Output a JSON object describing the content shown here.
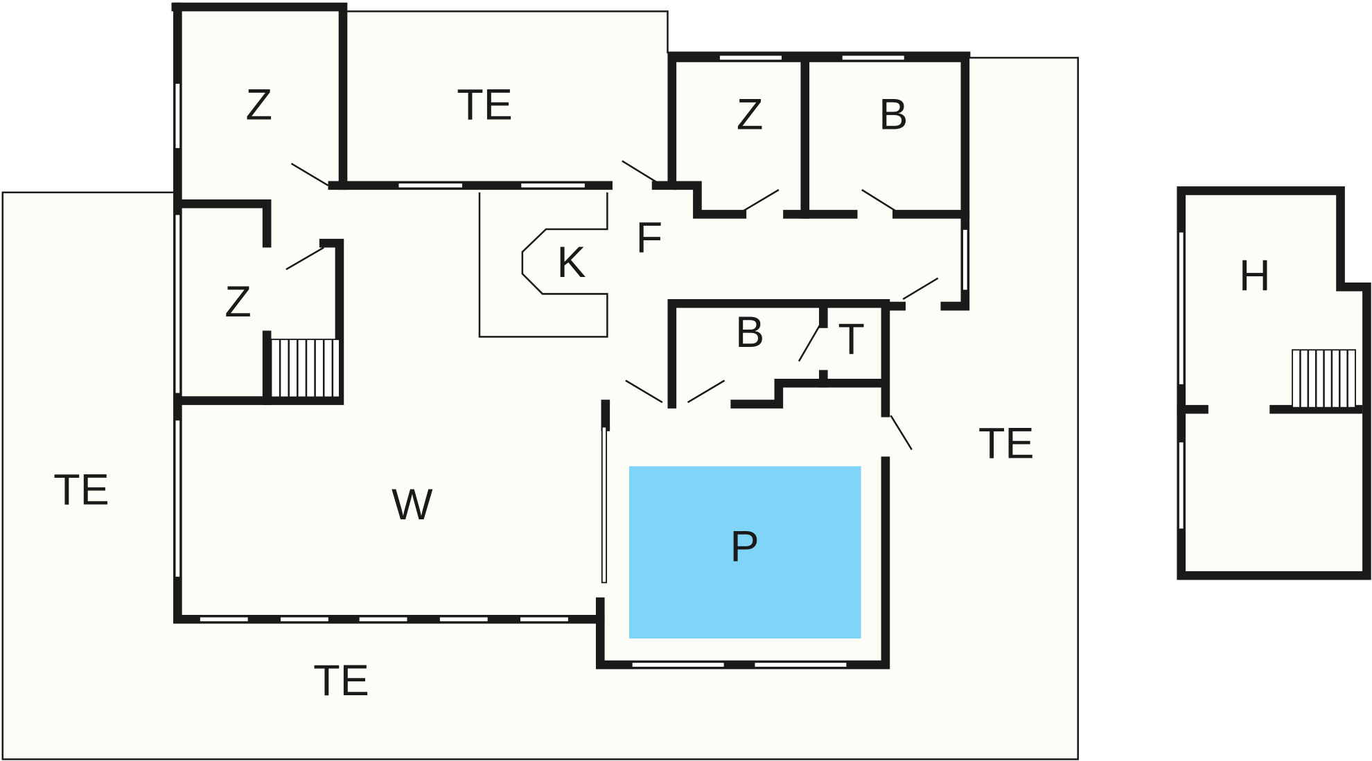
{
  "title": "Floor plan",
  "colors": {
    "floor": "#fdfdf8",
    "wall": "#1a1a1a",
    "pool": "#80d4f7"
  },
  "rooms": {
    "z_top_left": "Z",
    "te_top": "TE",
    "z_top_right": "Z",
    "b_top_right": "B",
    "f_hall": "F",
    "k_kitchen": "K",
    "z_left": "Z",
    "b_middle": "B",
    "t_toilet": "T",
    "w_living": "W",
    "p_pool": "P",
    "te_left": "TE",
    "te_bottom": "TE",
    "te_right": "TE",
    "h_annex": "H"
  }
}
